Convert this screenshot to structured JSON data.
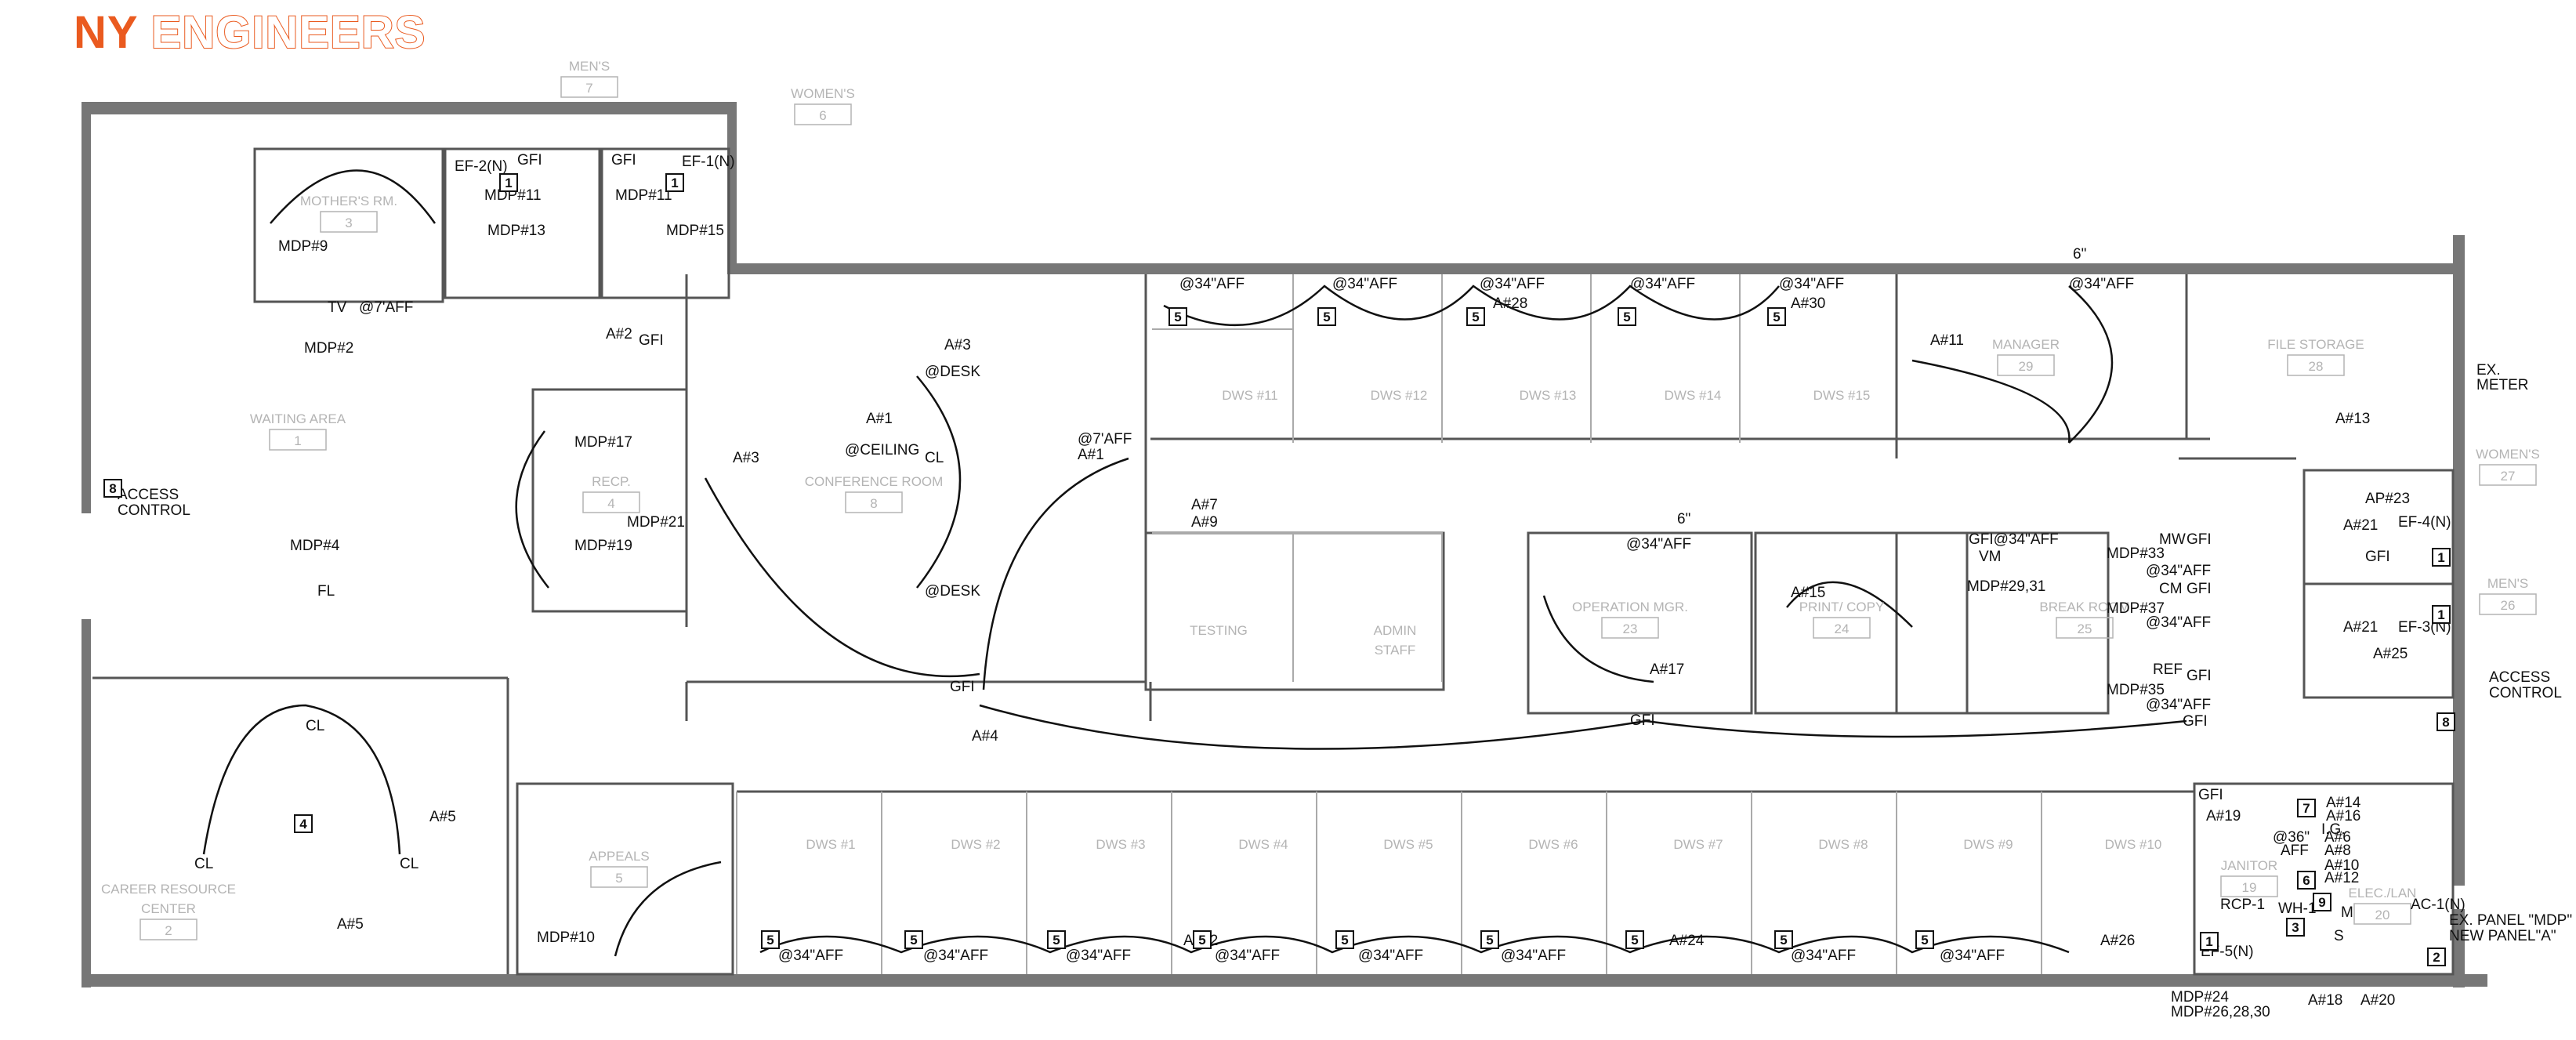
{
  "logo": {
    "ny": "NY",
    "engineers": "ENGINEERS"
  },
  "rooms": [
    {
      "key": "mens7",
      "name": "MEN'S",
      "num": "7"
    },
    {
      "key": "womens6",
      "name": "WOMEN'S",
      "num": "6"
    },
    {
      "key": "mothers",
      "name": "MOTHER'S RM.",
      "num": "3"
    },
    {
      "key": "waiting",
      "name": "WAITING AREA",
      "num": "1"
    },
    {
      "key": "recp",
      "name": "RECP.",
      "num": "4"
    },
    {
      "key": "conf",
      "name": "CONFERENCE ROOM",
      "num": "8"
    },
    {
      "key": "dws11",
      "name": "DWS #11",
      "num": ""
    },
    {
      "key": "dws12",
      "name": "DWS #12",
      "num": ""
    },
    {
      "key": "dws13",
      "name": "DWS #13",
      "num": ""
    },
    {
      "key": "dws14",
      "name": "DWS #14",
      "num": ""
    },
    {
      "key": "dws15",
      "name": "DWS #15",
      "num": ""
    },
    {
      "key": "manager",
      "name": "MANAGER",
      "num": "29"
    },
    {
      "key": "filestorage",
      "name": "FILE STORAGE",
      "num": "28"
    },
    {
      "key": "womens27",
      "name": "WOMEN'S",
      "num": "27"
    },
    {
      "key": "mens26",
      "name": "MEN'S",
      "num": "26"
    },
    {
      "key": "testing",
      "name": "TESTING",
      "num": ""
    },
    {
      "key": "admin",
      "name": "ADMIN",
      "num": ""
    },
    {
      "key": "staff",
      "name": "STAFF",
      "num": ""
    },
    {
      "key": "opmgr",
      "name": "OPERATION MGR.",
      "num": "23"
    },
    {
      "key": "print",
      "name": "PRINT/ COPY",
      "num": "24"
    },
    {
      "key": "break",
      "name": "BREAK ROOM",
      "num": "25"
    },
    {
      "key": "career1",
      "name": "CAREER RESOURCE",
      "num": ""
    },
    {
      "key": "career2",
      "name": "CENTER",
      "num": "2"
    },
    {
      "key": "appeals",
      "name": "APPEALS",
      "num": "5"
    },
    {
      "key": "dws1",
      "name": "DWS #1",
      "num": ""
    },
    {
      "key": "dws2",
      "name": "DWS #2",
      "num": ""
    },
    {
      "key": "dws3",
      "name": "DWS #3",
      "num": ""
    },
    {
      "key": "dws4",
      "name": "DWS #4",
      "num": ""
    },
    {
      "key": "dws5",
      "name": "DWS #5",
      "num": ""
    },
    {
      "key": "dws6",
      "name": "DWS #6",
      "num": ""
    },
    {
      "key": "dws7",
      "name": "DWS #7",
      "num": ""
    },
    {
      "key": "dws8",
      "name": "DWS #8",
      "num": ""
    },
    {
      "key": "dws9",
      "name": "DWS #9",
      "num": ""
    },
    {
      "key": "dws10",
      "name": "DWS #10",
      "num": ""
    },
    {
      "key": "janitor",
      "name": "JANITOR",
      "num": "19"
    },
    {
      "key": "elec",
      "name": "ELEC./LAN",
      "num": "20"
    }
  ],
  "labels": [
    "EF-2(N)",
    "GFI",
    "GFI",
    "EF-1(N)",
    "MDP#11",
    "MDP#11",
    "MDP#13",
    "MDP#15",
    "MDP#9",
    "TV",
    "@7'AFF",
    "MDP#2",
    "A#2",
    "GFI",
    "MDP#17",
    "MDP#21",
    "MDP#19",
    "A#3",
    "A#3",
    "@DESK",
    "A#1",
    "@CEILING",
    "CL",
    "@DESK",
    "@7'AFF",
    "A#1",
    "A#7",
    "A#9",
    "@34\"AFF",
    "@34\"AFF",
    "@34\"AFF",
    "@34\"AFF",
    "@34\"AFF",
    "@34\"AFF",
    "A#28",
    "A#30",
    "6\"",
    "A#11",
    "A#13",
    "EX.",
    "METER",
    "AP#23",
    "A#21",
    "GFI",
    "EF-4(N)",
    "A#21",
    "EF-3(N)",
    "A#25",
    "ACCESS",
    "CONTROL",
    "ACCESS",
    "CONTROL",
    "MDP#4",
    "FL",
    "GFI",
    "A#4",
    "6\"",
    "@34\"AFF",
    "A#15",
    "A#17",
    "GFI",
    "GFI@34\"AFF",
    "VM",
    "MDP#29,31",
    "MW",
    "GFI",
    "MDP#33",
    "@34\"AFF",
    "CM",
    "GFI",
    "MDP#37",
    "@34\"AFF",
    "REF",
    "GFI",
    "MDP#35",
    "@34\"AFF",
    "GFI",
    "CL",
    "CL",
    "CL",
    "A#5",
    "A#5",
    "MDP#10",
    "@34\"AFF",
    "@34\"AFF",
    "@34\"AFF",
    "A#22",
    "@34\"AFF",
    "@34\"AFF",
    "@34\"AFF",
    "A#24",
    "@34\"AFF",
    "@34\"AFF",
    "A#26",
    "GFI",
    "A#19",
    "A#14",
    "A#16",
    "I.G.",
    "@36\"",
    "AFF",
    "A#6",
    "A#8",
    "A#10",
    "A#12",
    "RCP-1",
    "WH-1",
    "M",
    "AC-1(N)",
    "S",
    "EF-5(N)",
    "EX. PANEL \"MDP\"",
    "NEW PANEL\"A\"",
    "MDP#24",
    "MDP#26,28,30",
    "A#18",
    "A#20"
  ],
  "tags": [
    "1",
    "1",
    "8",
    "2",
    "4",
    "5",
    "5",
    "5",
    "5",
    "5",
    "1",
    "1",
    "8",
    "5",
    "5",
    "5",
    "5",
    "5",
    "5",
    "5",
    "5",
    "5",
    "7",
    "6",
    "1",
    "3",
    "9",
    "2"
  ]
}
